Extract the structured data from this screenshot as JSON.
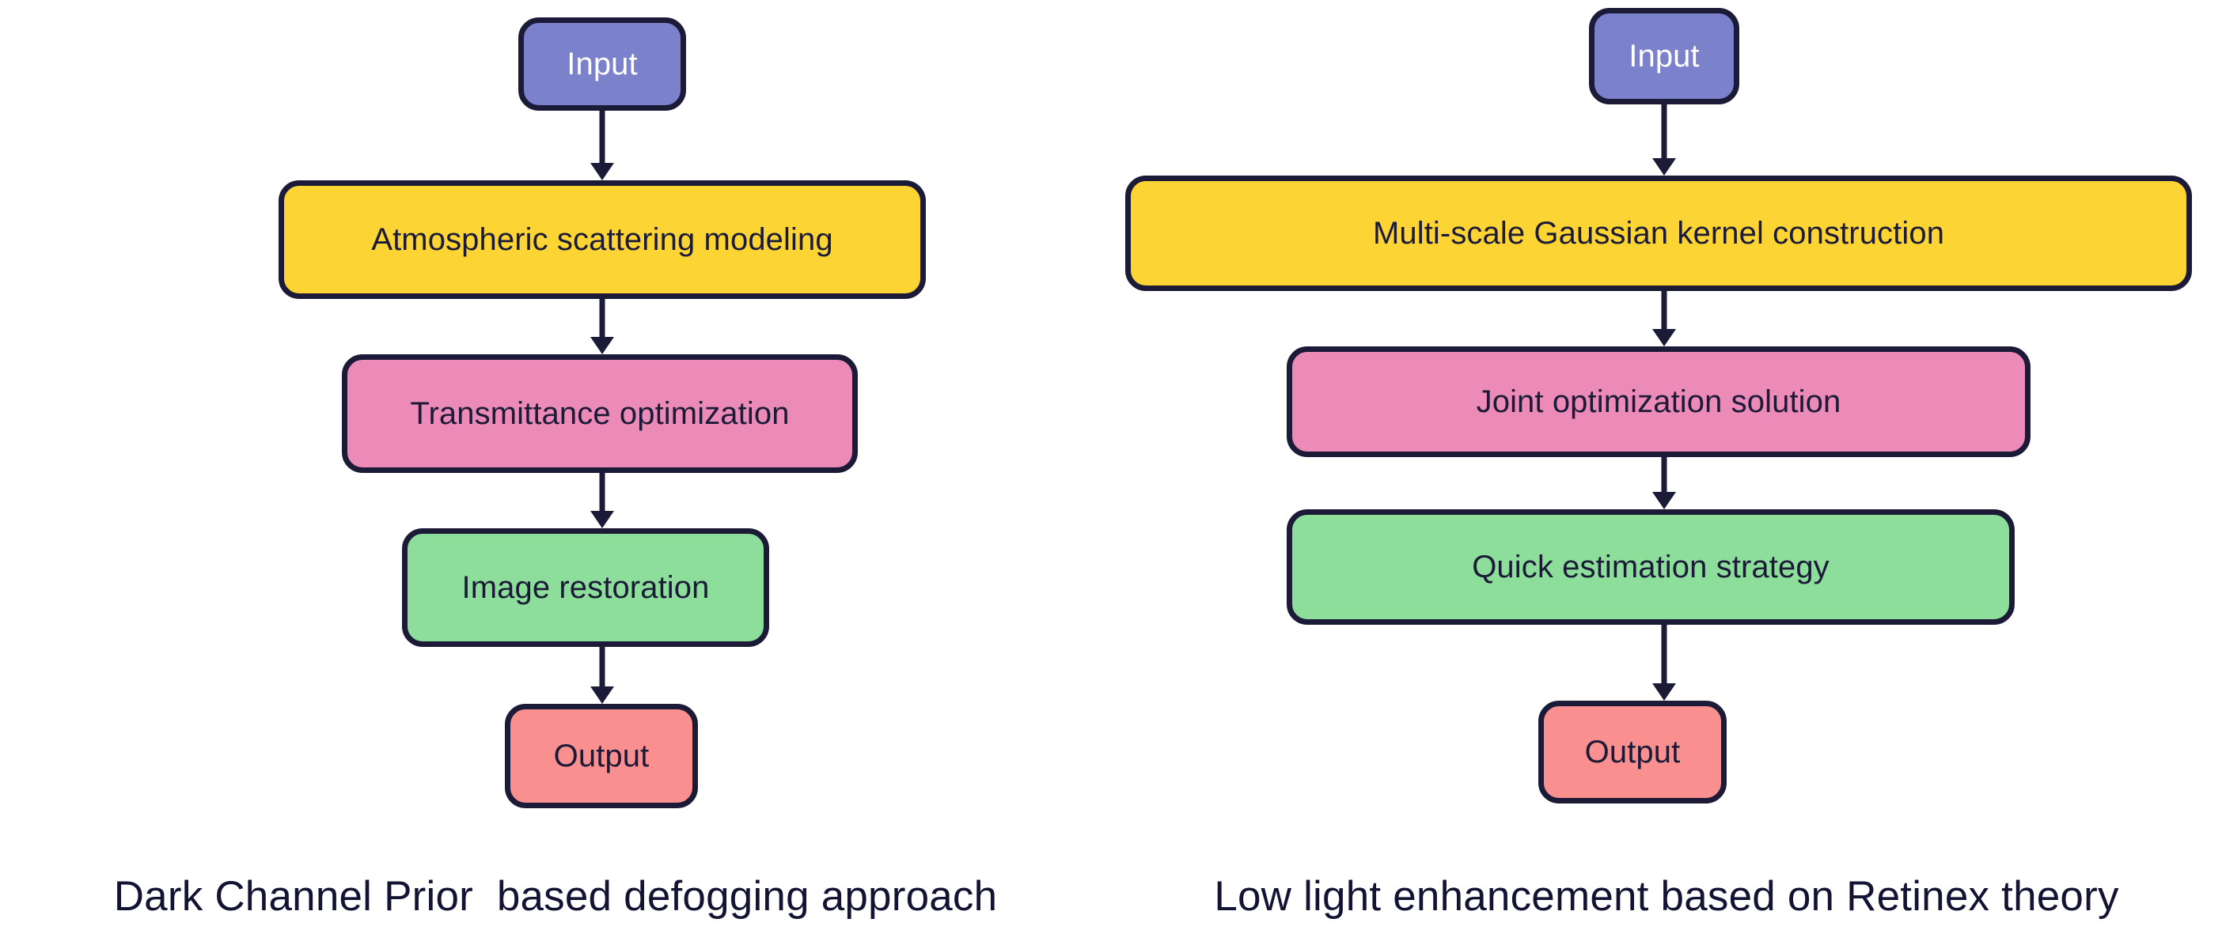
{
  "diagram": {
    "background_color": "#ffffff",
    "border_color": "#1b1b38",
    "arrow_color": "#1b1b38",
    "caption_color": "#131334",
    "panels": [
      {
        "id": "dark-channel-prior",
        "caption": "Dark Channel Prior  based defogging approach",
        "nodes": [
          {
            "id": "input",
            "label": "Input",
            "fill": "#7b81cb",
            "text_color": "#ffffff"
          },
          {
            "id": "step-1",
            "label": "Atmospheric scattering modeling",
            "fill": "#fcd434",
            "text_color": "#1b1b38"
          },
          {
            "id": "step-2",
            "label": "Transmittance optimization",
            "fill": "#ec8ab8",
            "text_color": "#1b1b38"
          },
          {
            "id": "step-3",
            "label": "Image restoration",
            "fill": "#8dde9b",
            "text_color": "#1b1b38"
          },
          {
            "id": "output",
            "label": "Output",
            "fill": "#fa8f8f",
            "text_color": "#1b1b38"
          }
        ]
      },
      {
        "id": "retinex-low-light",
        "caption": "Low light enhancement based on Retinex theory",
        "nodes": [
          {
            "id": "input",
            "label": "Input",
            "fill": "#7b81cb",
            "text_color": "#ffffff"
          },
          {
            "id": "step-1",
            "label": "Multi-scale Gaussian kernel construction",
            "fill": "#fcd434",
            "text_color": "#1b1b38"
          },
          {
            "id": "step-2",
            "label": "Joint optimization solution",
            "fill": "#ec8ab8",
            "text_color": "#1b1b38"
          },
          {
            "id": "step-3",
            "label": "Quick estimation strategy",
            "fill": "#8dde9b",
            "text_color": "#1b1b38"
          },
          {
            "id": "output",
            "label": "Output",
            "fill": "#fa8f8f",
            "text_color": "#1b1b38"
          }
        ]
      }
    ]
  }
}
